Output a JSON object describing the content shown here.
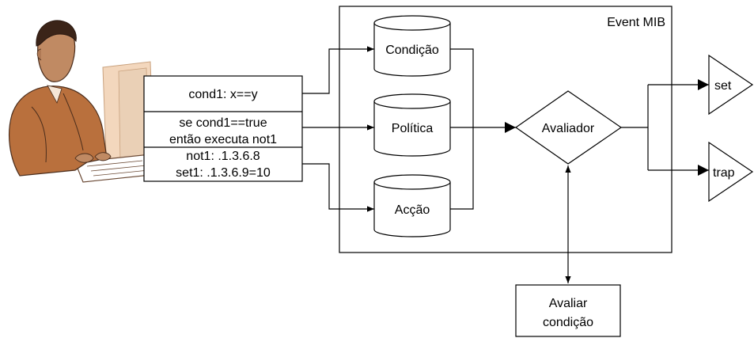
{
  "event_mib": {
    "title": "Event MIB"
  },
  "rules_box": {
    "line1": "cond1: x==y",
    "line2": "se cond1==true",
    "line3": "então executa not1",
    "line4": "not1: .1.3.6.8",
    "line5": "set1: .1.3.6.9=10"
  },
  "cylinders": {
    "condicao": "Condição",
    "politica": "Política",
    "accao": "Acção"
  },
  "avaliador": {
    "label": "Avaliador"
  },
  "outputs": {
    "set": "set",
    "trap": "trap"
  },
  "avaliar_box": {
    "line1": "Avaliar",
    "line2": "condição"
  },
  "clipart": {
    "icon": "user-at-computer-icon"
  },
  "colors": {
    "line": "#000000",
    "skin": "#c08a63",
    "suit": "#b9703d",
    "monitor": "#f3d7bd"
  }
}
